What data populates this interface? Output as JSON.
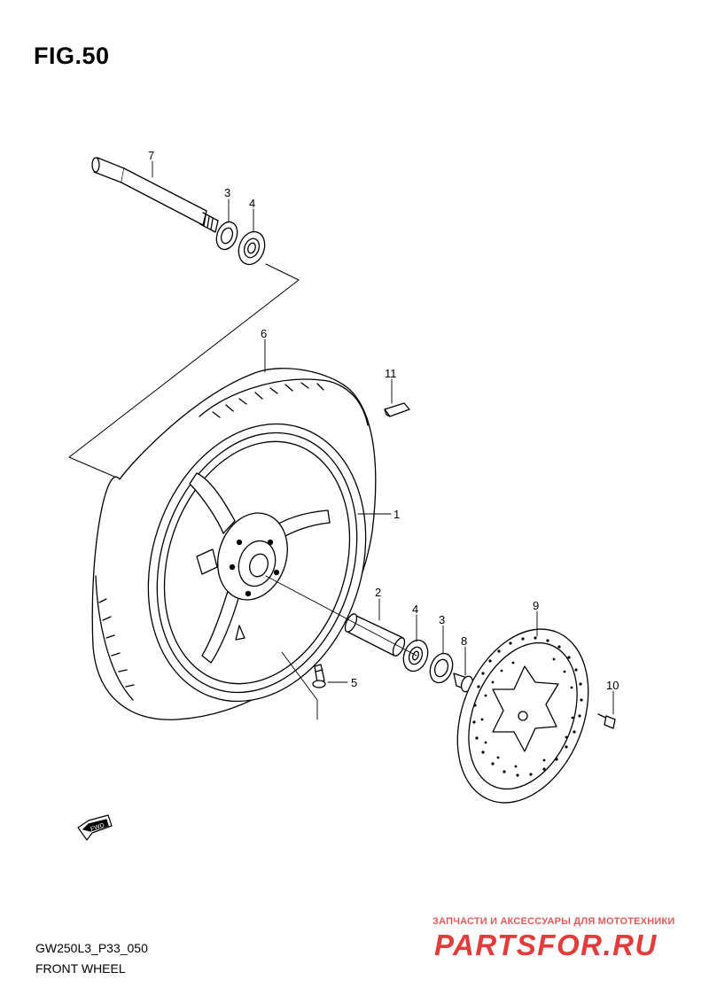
{
  "figure": {
    "title": "FIG.50",
    "code": "GW250L3_P33_050",
    "caption": "FRONT WHEEL"
  },
  "callouts": {
    "c1": "1",
    "c2": "2",
    "c3a": "3",
    "c3b": "3",
    "c4a": "4",
    "c4b": "4",
    "c5": "5",
    "c6": "6",
    "c7": "7",
    "c8": "8",
    "c9": "9",
    "c10": "10",
    "c11": "11"
  },
  "direction_arrow": {
    "label": "FWD"
  },
  "watermark": {
    "tagline": "ЗАПЧАСТИ И АКСЕССУАРЫ ДЛЯ МОТОТЕХНИКИ",
    "brand": "PARTSFOR.RU"
  },
  "colors": {
    "line": "#000000",
    "watermark": "#e43b3b"
  }
}
